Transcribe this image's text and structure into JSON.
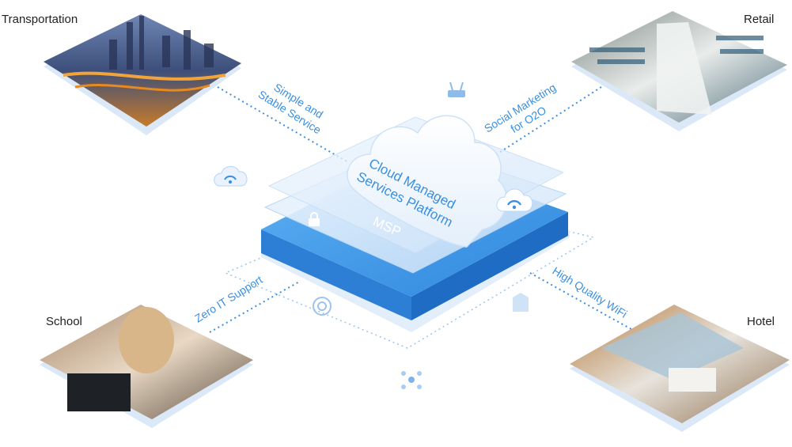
{
  "corners": {
    "transportation": "Transportation",
    "retail": "Retail",
    "school": "School",
    "hotel": "Hotel"
  },
  "links": {
    "transportation": [
      "Simple and",
      "Stable Service"
    ],
    "retail": [
      "Social Marketing",
      "for O2O"
    ],
    "school": [
      "Zero IT Support"
    ],
    "hotel": [
      "High Quality WiFi"
    ]
  },
  "center": {
    "cloud": [
      "Cloud Managed",
      "Services Platform"
    ],
    "msp": "MSP"
  },
  "colors": {
    "accent": "#3a8fe0",
    "box_top": "#4aa3f0",
    "box_side_left": "#2d7fd6",
    "box_side_right": "#1f6cc4",
    "glass": "#dcebfb",
    "shadow": "#e3eefb"
  }
}
